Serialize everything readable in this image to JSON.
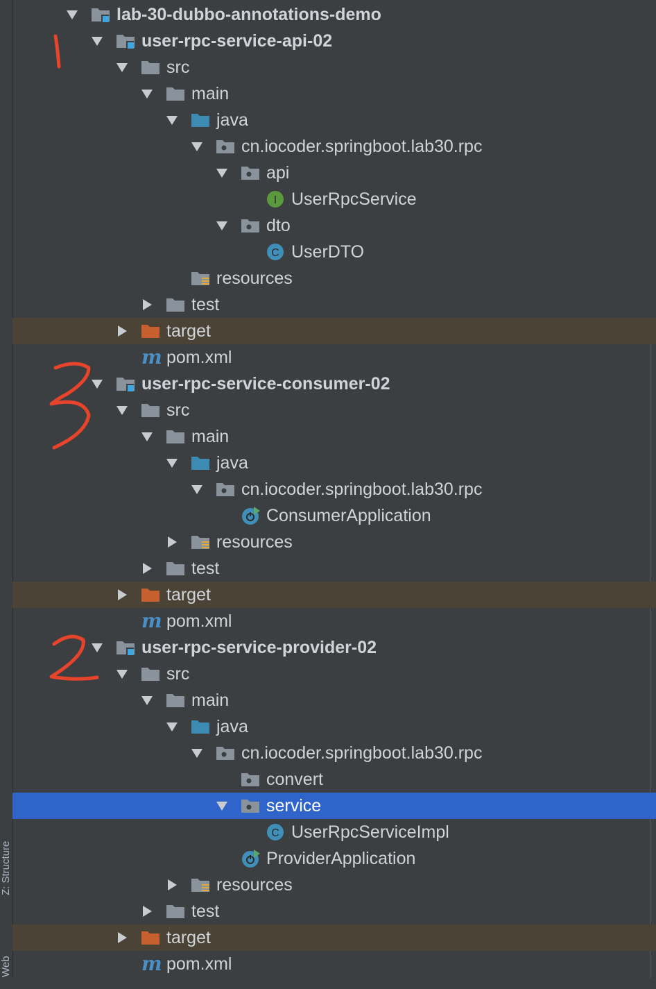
{
  "side_tabs": {
    "structure": "Z: Structure",
    "web": "Web"
  },
  "annotations": {
    "first": "1",
    "second": "3",
    "third": "2"
  },
  "colors": {
    "folder": "#8a939b",
    "source_folder": "#3d8ab3",
    "target_folder": "#c75f2e",
    "selection": "#2f65ca",
    "target_row": "#4a4336",
    "annotation": "#e8432b"
  },
  "tree": {
    "root": "lab-30-dubbo-annotations-demo",
    "api": {
      "module": "user-rpc-service-api-02",
      "src": "src",
      "main": "main",
      "java": "java",
      "package": "cn.iocoder.springboot.lab30.rpc",
      "api_pkg": "api",
      "api_class": "UserRpcService",
      "dto_pkg": "dto",
      "dto_class": "UserDTO",
      "resources": "resources",
      "test": "test",
      "target": "target",
      "pom": "pom.xml"
    },
    "consumer": {
      "module": "user-rpc-service-consumer-02",
      "src": "src",
      "main": "main",
      "java": "java",
      "package": "cn.iocoder.springboot.lab30.rpc",
      "app": "ConsumerApplication",
      "resources": "resources",
      "test": "test",
      "target": "target",
      "pom": "pom.xml"
    },
    "provider": {
      "module": "user-rpc-service-provider-02",
      "src": "src",
      "main": "main",
      "java": "java",
      "package": "cn.iocoder.springboot.lab30.rpc",
      "convert": "convert",
      "service": "service",
      "impl": "UserRpcServiceImpl",
      "app": "ProviderApplication",
      "resources": "resources",
      "test": "test",
      "target": "target",
      "pom": "pom.xml"
    }
  }
}
